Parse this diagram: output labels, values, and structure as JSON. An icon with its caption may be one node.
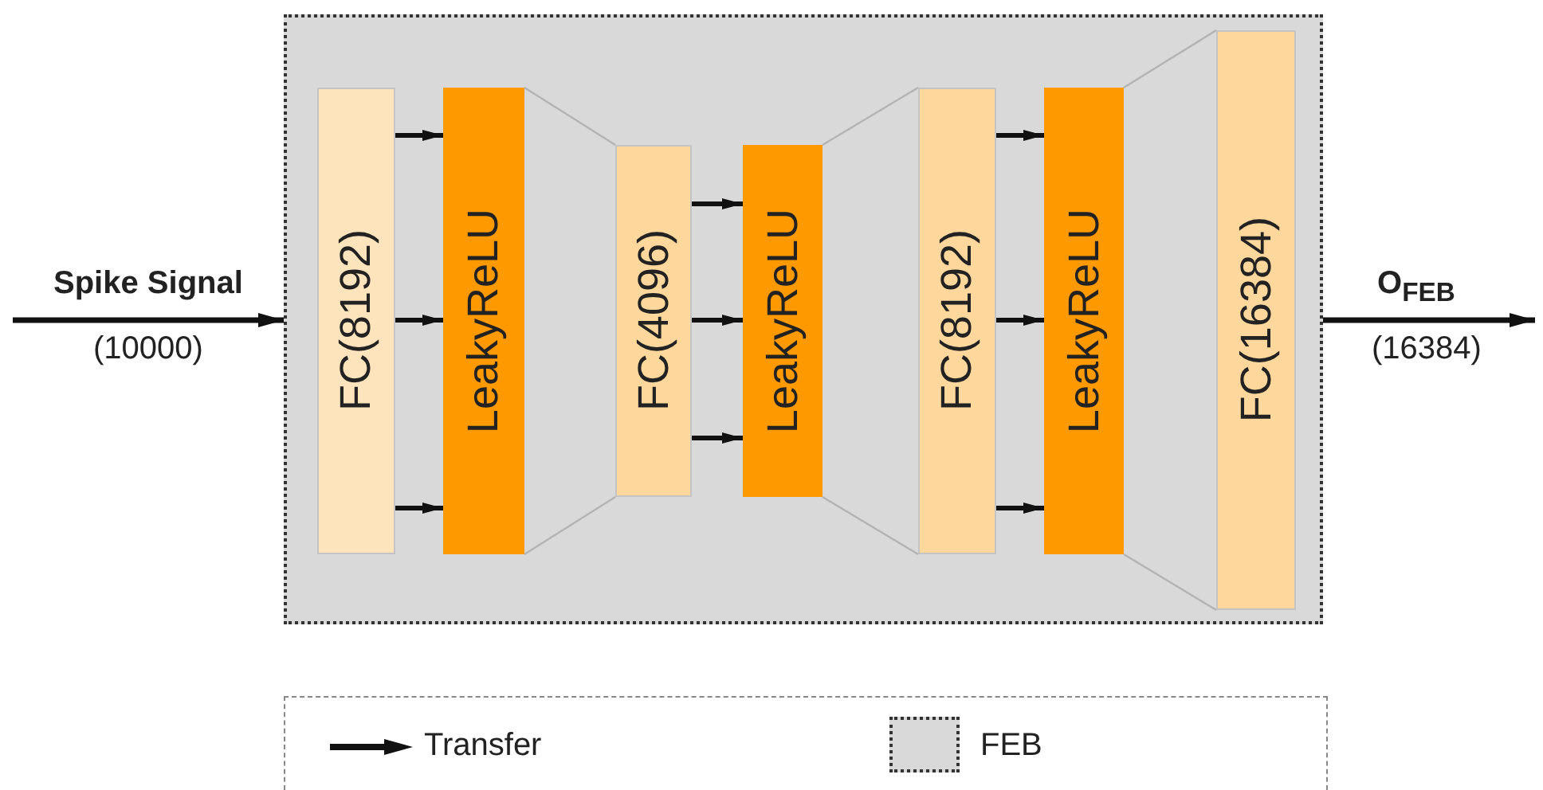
{
  "diagram": {
    "nodes": [
      {
        "text": [],
        "shape": "box"
      },
      {
        "text": [
          "FC(8192)"
        ],
        "in": 0
      },
      {
        "text": [
          "LeakyReLU"
        ],
        "in": 0
      },
      {
        "text": [
          "FC(4096)"
        ],
        "in": 0
      },
      {
        "text": [
          "LeakyReLU"
        ],
        "in": 0
      },
      {
        "text": [
          "FC(8192)"
        ],
        "in": 0
      },
      {
        "text": [
          "LeakyReLU"
        ],
        "in": 0
      },
      {
        "text": [
          "FC(16384)"
        ],
        "in": 0
      }
    ],
    "edges": [
      {
        "from": null,
        "to": 0,
        "arrow": "to",
        "label": "Spike Signal"
      },
      {
        "from": 1,
        "to": 2,
        "arrow": "to"
      },
      {
        "from": 1,
        "to": 2,
        "arrow": "to"
      },
      {
        "from": 1,
        "to": 2,
        "arrow": "to"
      },
      {
        "from": 2,
        "to": 3,
        "arrow": "none",
        "color": "#b3b3b3"
      },
      {
        "from": 2,
        "to": 3,
        "arrow": "none",
        "color": "#b3b3b3"
      },
      {
        "from": 3,
        "to": 4,
        "arrow": "to"
      },
      {
        "from": 3,
        "to": 4,
        "arrow": "to"
      },
      {
        "from": 3,
        "to": 4,
        "arrow": "to"
      },
      {
        "from": 4,
        "to": 5,
        "arrow": "none",
        "color": "#b3b3b3"
      },
      {
        "from": 4,
        "to": 5,
        "arrow": "none",
        "color": "#b3b3b3"
      },
      {
        "from": 5,
        "to": 6,
        "arrow": "to"
      },
      {
        "from": 5,
        "to": 6,
        "arrow": "to"
      },
      {
        "from": 5,
        "to": 6,
        "arrow": "to"
      },
      {
        "from": 6,
        "to": 7,
        "arrow": "none",
        "color": "#b3b3b3"
      },
      {
        "from": 6,
        "to": 7,
        "arrow": "none",
        "color": "#b3b3b3"
      },
      {
        "from": 0,
        "to": null,
        "arrow": "to",
        "label": "O$_{FEB}$"
      }
    ],
    "labels": [
      "(10000)",
      "(16384)"
    ],
    "legend": [
      {
        "text": "Transfer"
      },
      {
        "text": "FEB",
        "color": "#d9d9d9"
      }
    ]
  }
}
